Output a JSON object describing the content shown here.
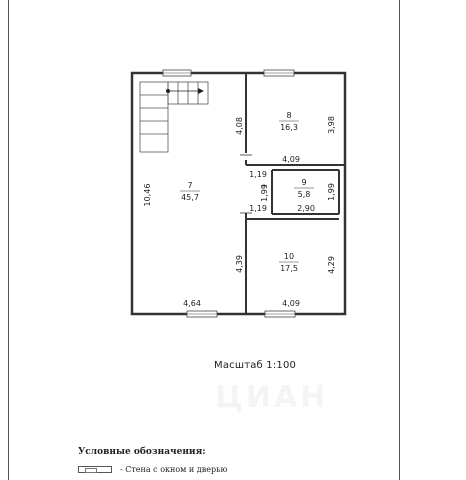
{
  "plan": {
    "rooms": [
      {
        "id": "7",
        "number": "7",
        "area": "45,7"
      },
      {
        "id": "8",
        "number": "8",
        "area": "16,3"
      },
      {
        "id": "9",
        "number": "9",
        "area": "5,8"
      },
      {
        "id": "10",
        "number": "10",
        "area": "17,5"
      }
    ],
    "dimensions": {
      "left_height": "10,46",
      "d_408": "4,08",
      "d_398": "3,98",
      "d_409_top": "4,09",
      "d_119_top": "1,19",
      "d_199_left": "1,99",
      "d_199_right": "1,99",
      "d_290": "2,90",
      "d_119_bottom": "1,19",
      "d_439": "4,39",
      "d_429": "4,29",
      "d_464": "4,64",
      "d_409_bottom": "4,09"
    }
  },
  "scale_text": "Масштаб 1:100",
  "watermark": "ЦИАН",
  "legend": {
    "title": "Условные обозначения:",
    "items": [
      {
        "label": "- Стена с окном и дверью"
      }
    ]
  }
}
